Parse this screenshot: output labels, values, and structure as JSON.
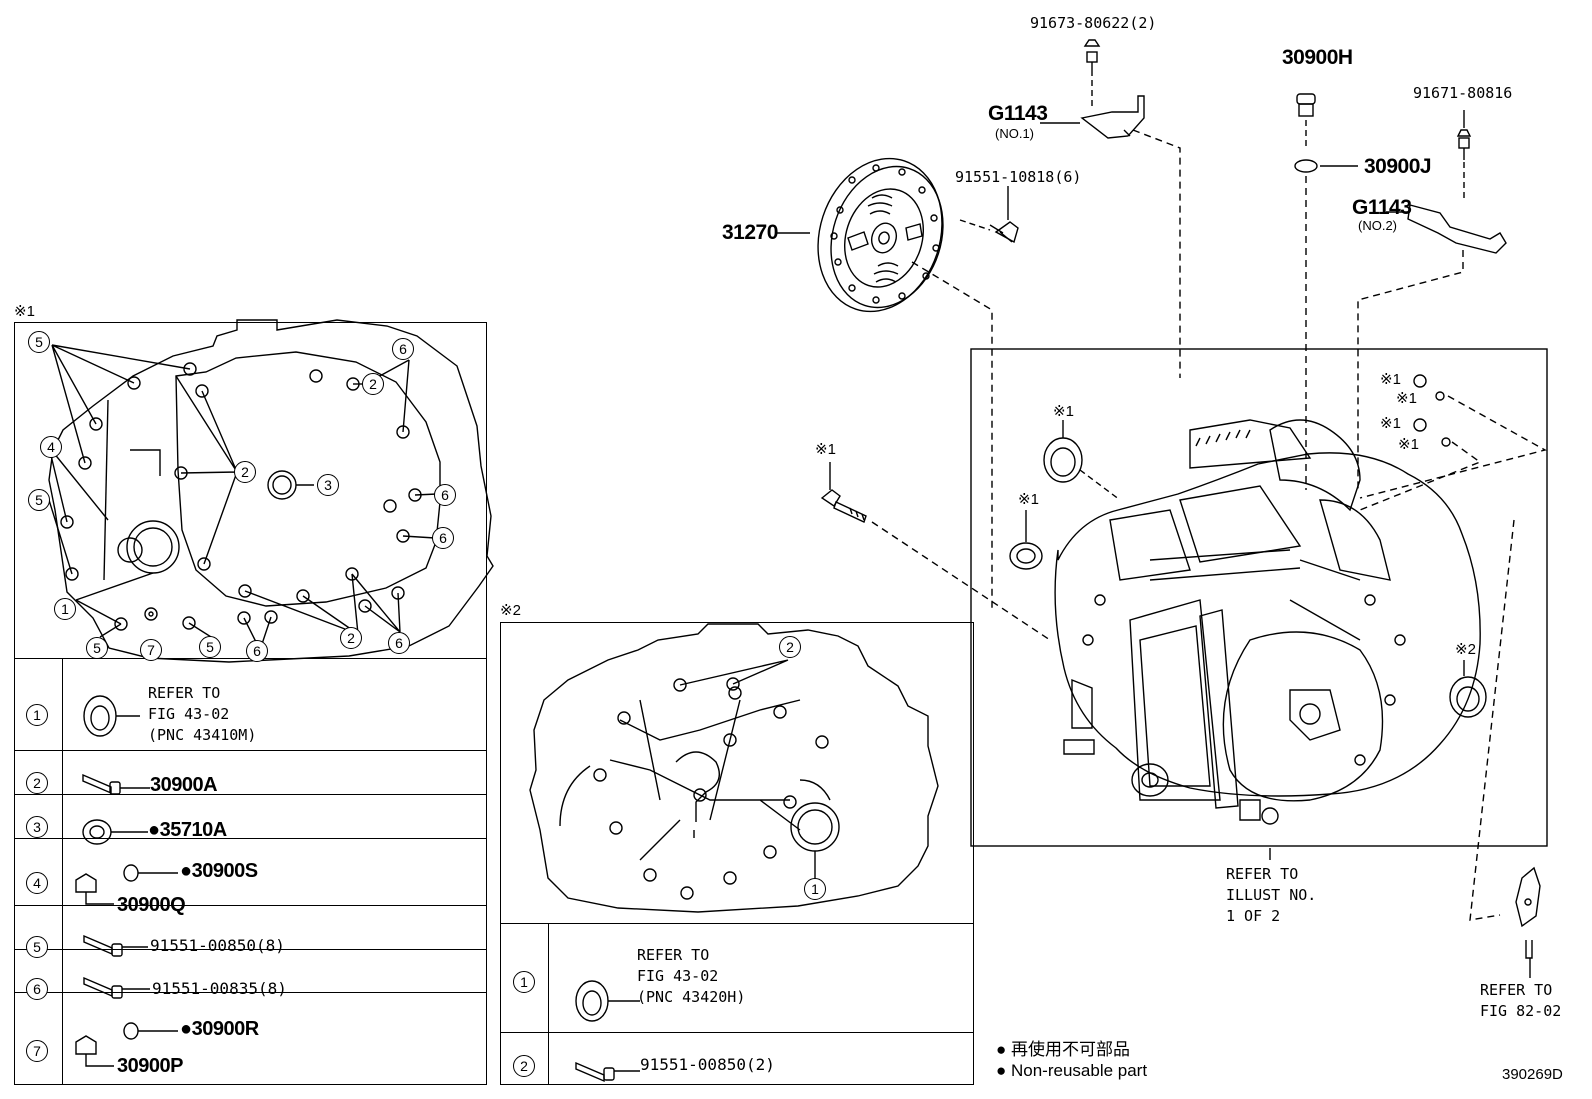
{
  "top_callouts": {
    "bolt_91673": "91673-80622(2)",
    "g1143_a": "G1143",
    "g1143_a_sub": "(NO.1)",
    "bolt_91551_10818": "91551-10818(6)",
    "part_31270": "31270",
    "part_30900H": "30900H",
    "part_30900J": "30900J",
    "bolt_91671": "91671-80816",
    "g1143_b": "G1143",
    "g1143_b_sub": "(NO.2)"
  },
  "main_assembly": {
    "mark_1a": "※1",
    "mark_1b": "※1",
    "mark_1c": "※1",
    "mark_1d": "※1",
    "mark_1e": "※1",
    "mark_1f": "※1",
    "mark_1g": "※1",
    "mark_2": "※2",
    "refer_illust": "REFER TO\nILLUST NO.\n1 OF 2",
    "refer_fig": "REFER TO\nFIG 82-02"
  },
  "detail1": {
    "mark": "※1",
    "callouts": [
      "5",
      "6",
      "2",
      "4",
      "2",
      "3",
      "5",
      "6",
      "6",
      "1",
      "5",
      "7",
      "5",
      "6",
      "2",
      "6"
    ],
    "rows": [
      {
        "num": "1",
        "text": "REFER TO\nFIG 43-02\n(PNC 43410M)"
      },
      {
        "num": "2",
        "text": "30900A"
      },
      {
        "num": "3",
        "text": "●35710A"
      },
      {
        "num": "4",
        "text_a": "●30900S",
        "text_b": "30900Q"
      },
      {
        "num": "5",
        "text": "91551-00850(8)"
      },
      {
        "num": "6",
        "text": "91551-00835(8)"
      },
      {
        "num": "7",
        "text_a": "●30900R",
        "text_b": "30900P"
      }
    ]
  },
  "detail2": {
    "mark": "※2",
    "callouts": [
      "2",
      "1"
    ],
    "rows": [
      {
        "num": "1",
        "text": "REFER TO\nFIG 43-02\n(PNC 43420H)"
      },
      {
        "num": "2",
        "text": "91551-00850(2)"
      }
    ]
  },
  "legend": {
    "line_jp": "● 再使用不可部品",
    "line_en": "● Non-reusable part"
  },
  "figure_id": "390269D"
}
